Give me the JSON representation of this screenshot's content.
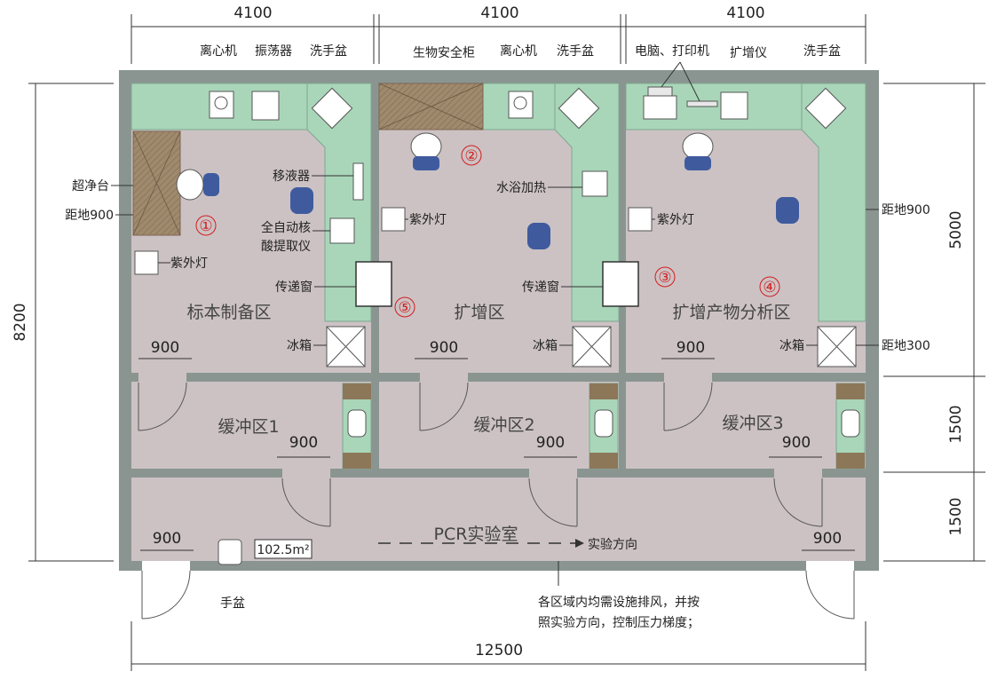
{
  "dimensions": {
    "top": [
      "4100",
      "4100",
      "4100"
    ],
    "left_total": "8200",
    "right": [
      "5000",
      "1500",
      "1500"
    ],
    "bottom_total": "12500",
    "door": "900"
  },
  "equipment": {
    "centrifuge": "离心机",
    "oscillator": "振荡器",
    "sink": "洗手盆",
    "bio_cabinet": "生物安全柜",
    "pc_printer": "电脑、打印机",
    "amplifier": "扩增仪",
    "clean_bench": "超净台",
    "height_900": "距地900",
    "pipette": "移液器",
    "extractor_l1": "全自动核",
    "extractor_l2": "酸提取仪",
    "uv_lamp": "紫外灯",
    "pass_window": "传递窗",
    "fridge": "冰箱",
    "water_bath": "水浴加热",
    "height_300": "距地300",
    "hand_basin": "手盆"
  },
  "zones": {
    "z1": "标本制备区",
    "z2": "扩增区",
    "z3": "扩增产物分析区",
    "buf1": "缓冲区1",
    "buf2": "缓冲区2",
    "buf3": "缓冲区3",
    "corridor": "PCR实验室",
    "area": "102.5m²",
    "flow": "实验方向"
  },
  "markers": [
    "①",
    "②",
    "③",
    "④",
    "⑤"
  ],
  "note": [
    "各区域内均需设施排风，并按",
    "照实验方向，控制压力梯度；"
  ],
  "colors": {
    "floor": "#ccc2c4",
    "wall": "#8a9591",
    "counter": "#a9d6b9",
    "cabinet": "#a08a6e",
    "chair": "#3f5b9e",
    "marker": "#d21e1e"
  }
}
